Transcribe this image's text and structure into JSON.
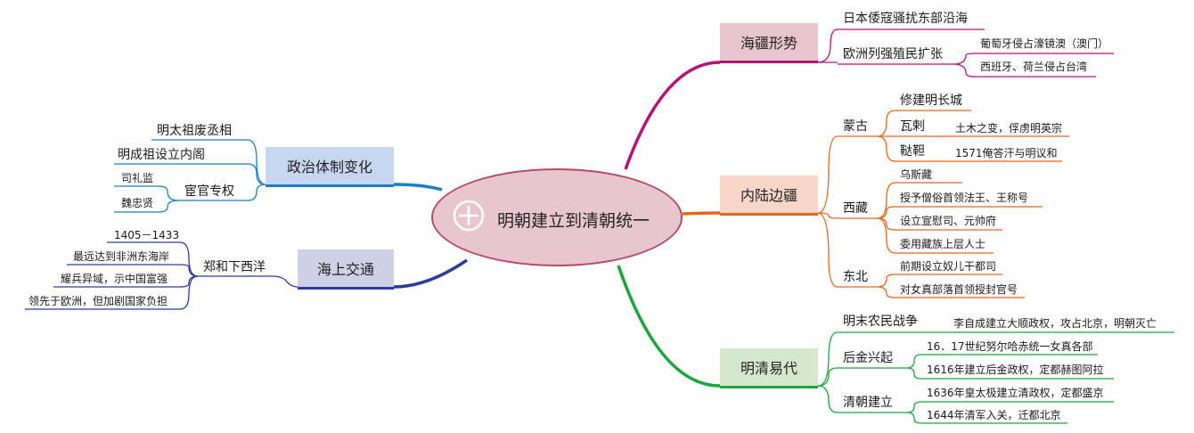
{
  "title": "明朝建立到清朝统一",
  "colors": {
    "central_fill": "#e8c6d0",
    "central_stroke": "#b44b6a",
    "branch_haijiang": "#b5137a",
    "branch_neilu": "#e8661a",
    "branch_mingqing": "#1aa83c",
    "branch_zhengzhi": "#1b7fc4",
    "branch_haishang": "#2d3b9c"
  },
  "branches": {
    "haijiang": {
      "label": "海疆形势",
      "items": [
        {
          "label": "日本倭寇骚扰东部沿海"
        },
        {
          "label": "欧洲列强殖民扩张",
          "children": [
            "葡萄牙侵占濠镜澳（澳门）",
            "西班牙、荷兰侵占台湾"
          ]
        }
      ]
    },
    "neilu": {
      "label": "内陆边疆",
      "items": [
        {
          "label": "蒙古",
          "children": [
            {
              "label": "修建明长城"
            },
            {
              "label": "瓦剌",
              "children": [
                "土木之变，俘虏明英宗"
              ]
            },
            {
              "label": "鞑靼",
              "children": [
                "1571俺答汗与明议和"
              ]
            }
          ]
        },
        {
          "label": "西藏",
          "children": [
            "乌斯藏",
            "授予僧俗首领法王、王称号",
            "设立宣慰司、元帅府",
            "委用藏族上层人士"
          ]
        },
        {
          "label": "东北",
          "children": [
            "前期设立奴儿干都司",
            "对女真部落首领授封官号"
          ]
        }
      ]
    },
    "mingqing": {
      "label": "明清易代",
      "items": [
        {
          "label": "明末农民战争",
          "children": [
            "李自成建立大顺政权，攻占北京，明朝灭亡"
          ]
        },
        {
          "label": "后金兴起",
          "children": [
            "16．17世纪努尔哈赤统一女真各部",
            "1616年建立后金政权，定都赫图阿拉"
          ]
        },
        {
          "label": "清朝建立",
          "children": [
            "1636年皇太极建立清政权，定都盛京",
            "1644年清军入关，迁都北京"
          ]
        }
      ]
    },
    "zhengzhi": {
      "label": "政治体制变化",
      "items": [
        {
          "label": "明太祖废丞相"
        },
        {
          "label": "明成祖设立内阁"
        },
        {
          "label": "宦官专权",
          "children": [
            "司礼监",
            "魏忠贤"
          ]
        }
      ]
    },
    "haishang": {
      "label": "海上交通",
      "items": [
        {
          "label": "郑和下西洋",
          "children": [
            "1405－1433",
            "最远达到非洲东海岸",
            "耀兵异域，示中国富强",
            "领先于欧洲，但加剧国家负担"
          ]
        }
      ]
    }
  }
}
